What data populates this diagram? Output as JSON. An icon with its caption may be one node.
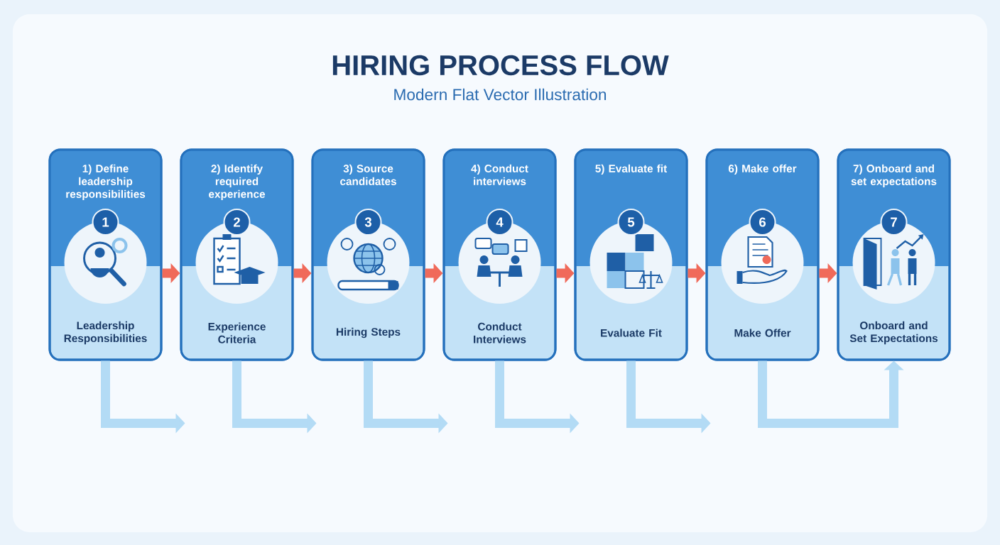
{
  "diagram": {
    "title": "HIRING PROCESS FLOW",
    "nodes": [
      {
        "text": [
          "1) Define leadership responsibilities",
          "Leadership Responsibilities"
        ]
      },
      {
        "text": [
          "1"
        ],
        "in": 0
      },
      {
        "text": [
          "2) Identify required experience",
          "Experience Criteria"
        ]
      },
      {
        "text": [
          "2"
        ],
        "in": 2
      },
      {
        "text": [
          "3) Source candidates",
          "Hiring Steps"
        ]
      },
      {
        "text": [
          "3"
        ],
        "in": 4
      },
      {
        "text": [
          "4) Conduct interviews",
          "Conduct Interviews"
        ]
      },
      {
        "text": [
          "4"
        ],
        "in": 6
      },
      {
        "text": [
          "5) Evaluate fit",
          "Evaluate Fit"
        ]
      },
      {
        "text": [
          "5"
        ],
        "in": 8
      },
      {
        "text": [
          "6) Make offer",
          "Make Offer"
        ]
      },
      {
        "text": [
          "6"
        ],
        "in": 10
      },
      {
        "text": [
          "7) Onboard and set expectations",
          "Onboard and Set Expectations"
        ]
      },
      {
        "text": [
          "7"
        ],
        "in": 12
      }
    ],
    "edges": [
      {
        "from": 0,
        "to": 2,
        "arrow": "to"
      },
      {
        "from": 2,
        "to": 4,
        "arrow": "to"
      },
      {
        "from": 4,
        "to": 6,
        "arrow": "to"
      },
      {
        "from": 6,
        "to": 8,
        "arrow": "to"
      },
      {
        "from": 8,
        "to": 10,
        "arrow": "to"
      },
      {
        "from": 10,
        "to": 12,
        "arrow": "to"
      },
      {
        "from": 0,
        "to": null,
        "arrow": "to",
        "color": "#b3dbf5"
      },
      {
        "from": 2,
        "to": null,
        "arrow": "to",
        "color": "#b3dbf5"
      },
      {
        "from": 4,
        "to": null,
        "arrow": "to",
        "color": "#b3dbf5"
      },
      {
        "from": 6,
        "to": null,
        "arrow": "to",
        "color": "#b3dbf5"
      },
      {
        "from": 8,
        "to": null,
        "arrow": "to",
        "color": "#b3dbf5"
      },
      {
        "from": 10,
        "to": 12,
        "arrow": "to",
        "color": "#b3dbf5"
      }
    ],
    "labels": [
      "Modern Flat Vector Illustration"
    ]
  }
}
